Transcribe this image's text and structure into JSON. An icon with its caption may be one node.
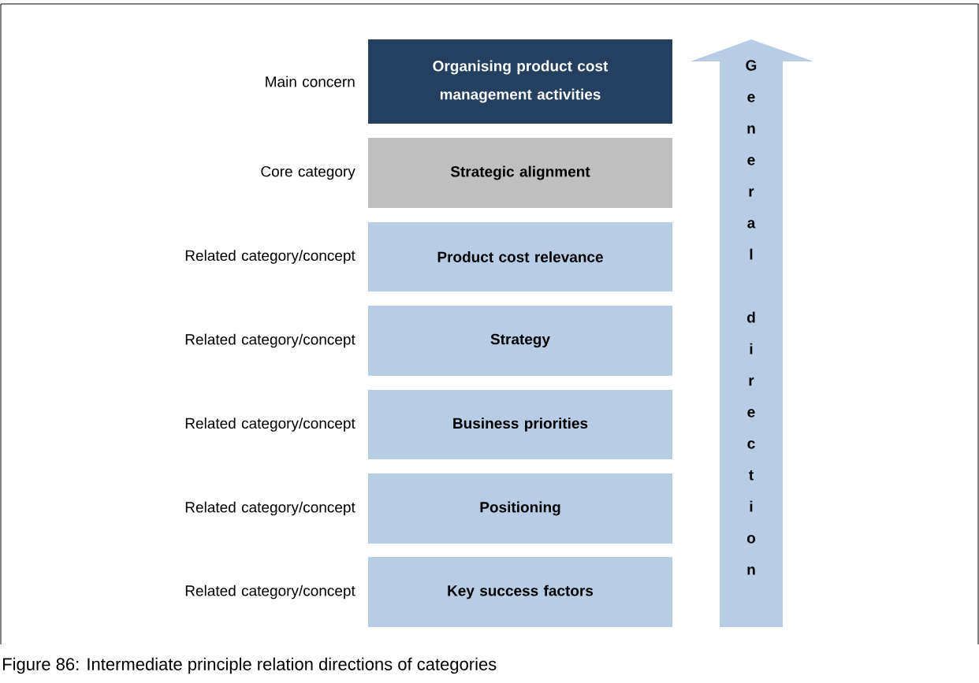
{
  "diagram": {
    "caption": "Figure 86: Intermediate principle relation directions of categories",
    "nodes": [
      {
        "text": [
          "Organising product cost management activities"
        ],
        "beside": [
          "Main concern"
        ]
      },
      {
        "text": [
          "Strategic alignment"
        ],
        "beside": [
          "Core category"
        ]
      },
      {
        "text": [
          "Product cost relevance"
        ],
        "beside": [
          "Related category/concept"
        ]
      },
      {
        "text": [
          "Strategy"
        ],
        "beside": [
          "Related category/concept"
        ]
      },
      {
        "text": [
          "Business priorities"
        ],
        "beside": [
          "Related category/concept"
        ]
      },
      {
        "text": [
          "Positioning"
        ],
        "beside": [
          "Related category/concept"
        ]
      },
      {
        "text": [
          "Key success factors"
        ],
        "beside": [
          "Related category/concept"
        ]
      },
      {
        "text": [
          "General direction"
        ]
      }
    ],
    "edges": []
  }
}
